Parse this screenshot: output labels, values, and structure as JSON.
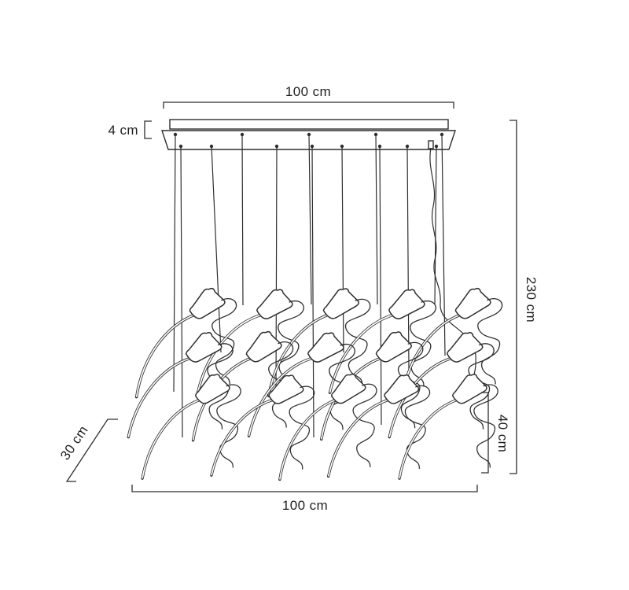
{
  "colors": {
    "background": "#ffffff",
    "line": "#2e2e2e",
    "text": "#1f1f1f"
  },
  "dimensions": {
    "top_width": "100 cm",
    "canopy_height": "4 cm",
    "total_height": "230 cm",
    "arm_section_height": "40 cm",
    "depth": "30 cm",
    "bottom_width": "100 cm"
  }
}
